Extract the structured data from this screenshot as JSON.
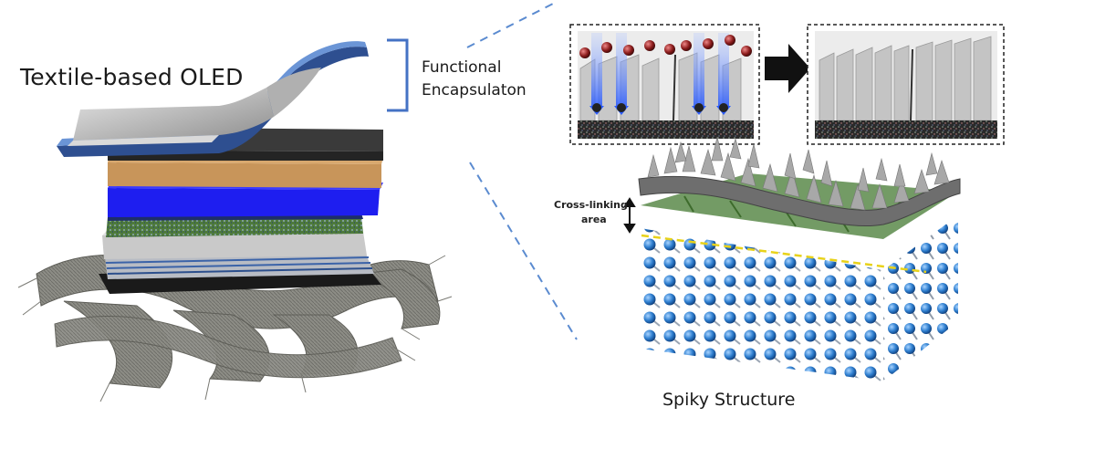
{
  "figure": {
    "oled_title": "Textile-based OLED",
    "encapsulation_line1": "Functional",
    "encapsulation_line2": "Encapsulaton",
    "crosslink_line1": "Cross-linking",
    "crosslink_line2": "area",
    "spiky_caption": "Spiky Structure"
  },
  "colors": {
    "bracket": "#4472c4",
    "dashed_lines": "#5b8bd0",
    "blue_layer": "#1e1ef0",
    "orange_layer": "#c8955a",
    "green_layer": "#4e8a32",
    "sphere_blue": "#2f7fd0",
    "droplet_red": "#8c1d1d",
    "yellow_dash": "#e8d21a"
  },
  "icons": {
    "arrow": "right-arrow-icon"
  }
}
